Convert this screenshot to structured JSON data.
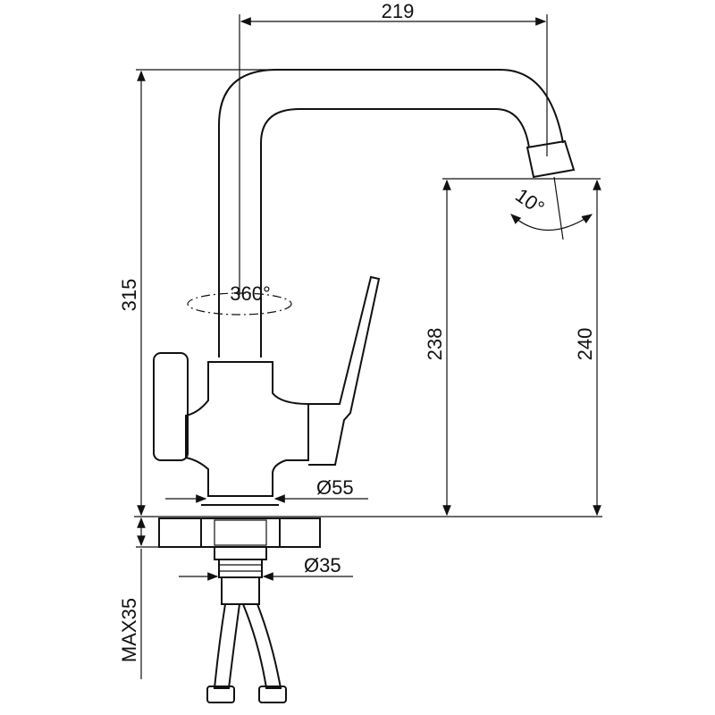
{
  "title": "Faucet dimension drawing",
  "dimensions": {
    "spout_reach": "219",
    "total_height": "315",
    "spout_height": "238",
    "outlet_height": "240",
    "spout_angle": "10°",
    "rotation": "360°",
    "base_diameter": "Ø55",
    "shank_diameter": "Ø35",
    "max_counter_thickness": "MAX35"
  },
  "colors": {
    "line": "#111111",
    "background": "#ffffff"
  }
}
